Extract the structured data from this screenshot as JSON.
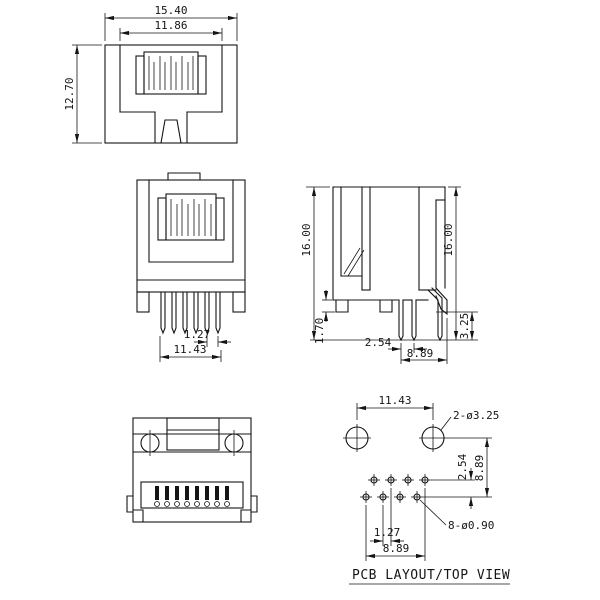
{
  "views": {
    "front": {
      "overall_width": "15.40",
      "opening_width": "11.86",
      "overall_height": "12.70"
    },
    "front_bottom": {
      "pin_pitch": "1.27",
      "pin_row_span": "11.43"
    },
    "side": {
      "height_left": "16.00",
      "height_right": "16.00",
      "standoff_height": "1.70",
      "pin_row_gap": "2.54",
      "pin_span": "8.89",
      "pin_protrusion": "3.25"
    },
    "pcb": {
      "mount_hole_span": "11.43",
      "mount_hole_callout": "2-ø3.25",
      "row_gap": "2.54",
      "row_offset": "8.89",
      "pin_hole_callout": "8-ø0.90",
      "pin_pitch": "1.27",
      "pin_field_span": "8.89",
      "caption": "PCB LAYOUT/TOP VIEW"
    }
  }
}
